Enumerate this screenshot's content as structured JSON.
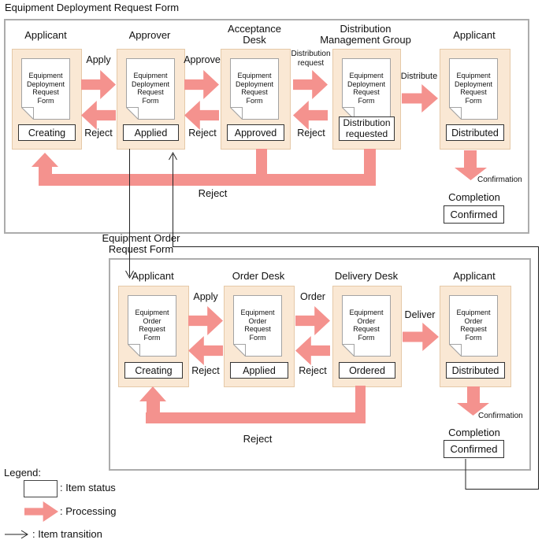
{
  "colors": {
    "pink": "#F4928E",
    "card_bg": "#FAE8D4",
    "card_border": "#E5C9A8",
    "section_border": "#ACACAC"
  },
  "top_flow": {
    "title": "Equipment Deployment Request Form",
    "columns": [
      {
        "header": "Applicant",
        "doc": "Equipment\nDeployment\nRequest\nForm",
        "status": "Creating"
      },
      {
        "header": "Approver",
        "doc": "Equipment\nDeployment\nRequest\nForm",
        "status": "Applied"
      },
      {
        "header": "Acceptance\nDesk",
        "doc": "Equipment\nDeployment\nRequest\nForm",
        "status": "Approved"
      },
      {
        "header": "Distribution\nManagement Group",
        "doc": "Equipment\nDeployment\nRequest\nForm",
        "status": "Distribution requested"
      },
      {
        "header": "Applicant",
        "doc": "Equipment\nDeployment\nRequest\nForm",
        "status": "Distributed"
      }
    ],
    "labels": {
      "apply": "Apply",
      "reject1": "Reject",
      "approve": "Approve",
      "reject2": "Reject",
      "dist_request": "Distribution\nrequest",
      "reject3": "Reject",
      "distribute": "Distribute",
      "reject_main": "Reject",
      "confirmation": "Confirmation",
      "completion": "Completion",
      "confirmed": "Confirmed"
    }
  },
  "bottom_flow": {
    "title": "Equipment Order\nRequest Form",
    "columns": [
      {
        "header": "Applicant",
        "doc": "Equipment\nOrder\nRequest\nForm",
        "status": "Creating"
      },
      {
        "header": "Order Desk",
        "doc": "Equipment\nOrder\nRequest\nForm",
        "status": "Applied"
      },
      {
        "header": "Delivery Desk",
        "doc": "Equipment\nOrder\nRequest\nForm",
        "status": "Ordered"
      },
      {
        "header": "Applicant",
        "doc": "Equipment\nOrder\nRequest\nForm",
        "status": "Distributed"
      }
    ],
    "labels": {
      "apply": "Apply",
      "reject1": "Reject",
      "order": "Order",
      "reject2": "Reject",
      "deliver": "Deliver",
      "reject_main": "Reject",
      "confirmation": "Confirmation",
      "completion": "Completion",
      "confirmed": "Confirmed"
    }
  },
  "legend": {
    "title": "Legend:",
    "item_status": ": Item status",
    "processing": ": Processing",
    "item_transition": ": Item transition"
  }
}
